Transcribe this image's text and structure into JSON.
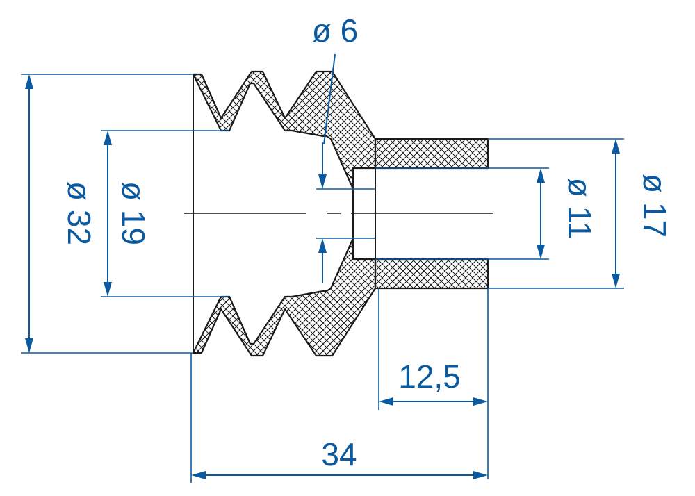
{
  "dimensions": {
    "outer_diameter": "ø 32",
    "inner_diameter": "ø 19",
    "hole_diameter": "ø 6",
    "bore_diameter": "ø 11",
    "neck_diameter": "ø 17",
    "neck_length": "12,5",
    "total_length": "34"
  },
  "colors": {
    "dimension": "#0b5aa0",
    "outline": "#1a1a1a",
    "hatch": "#1a1a1a",
    "background": "#ffffff"
  }
}
